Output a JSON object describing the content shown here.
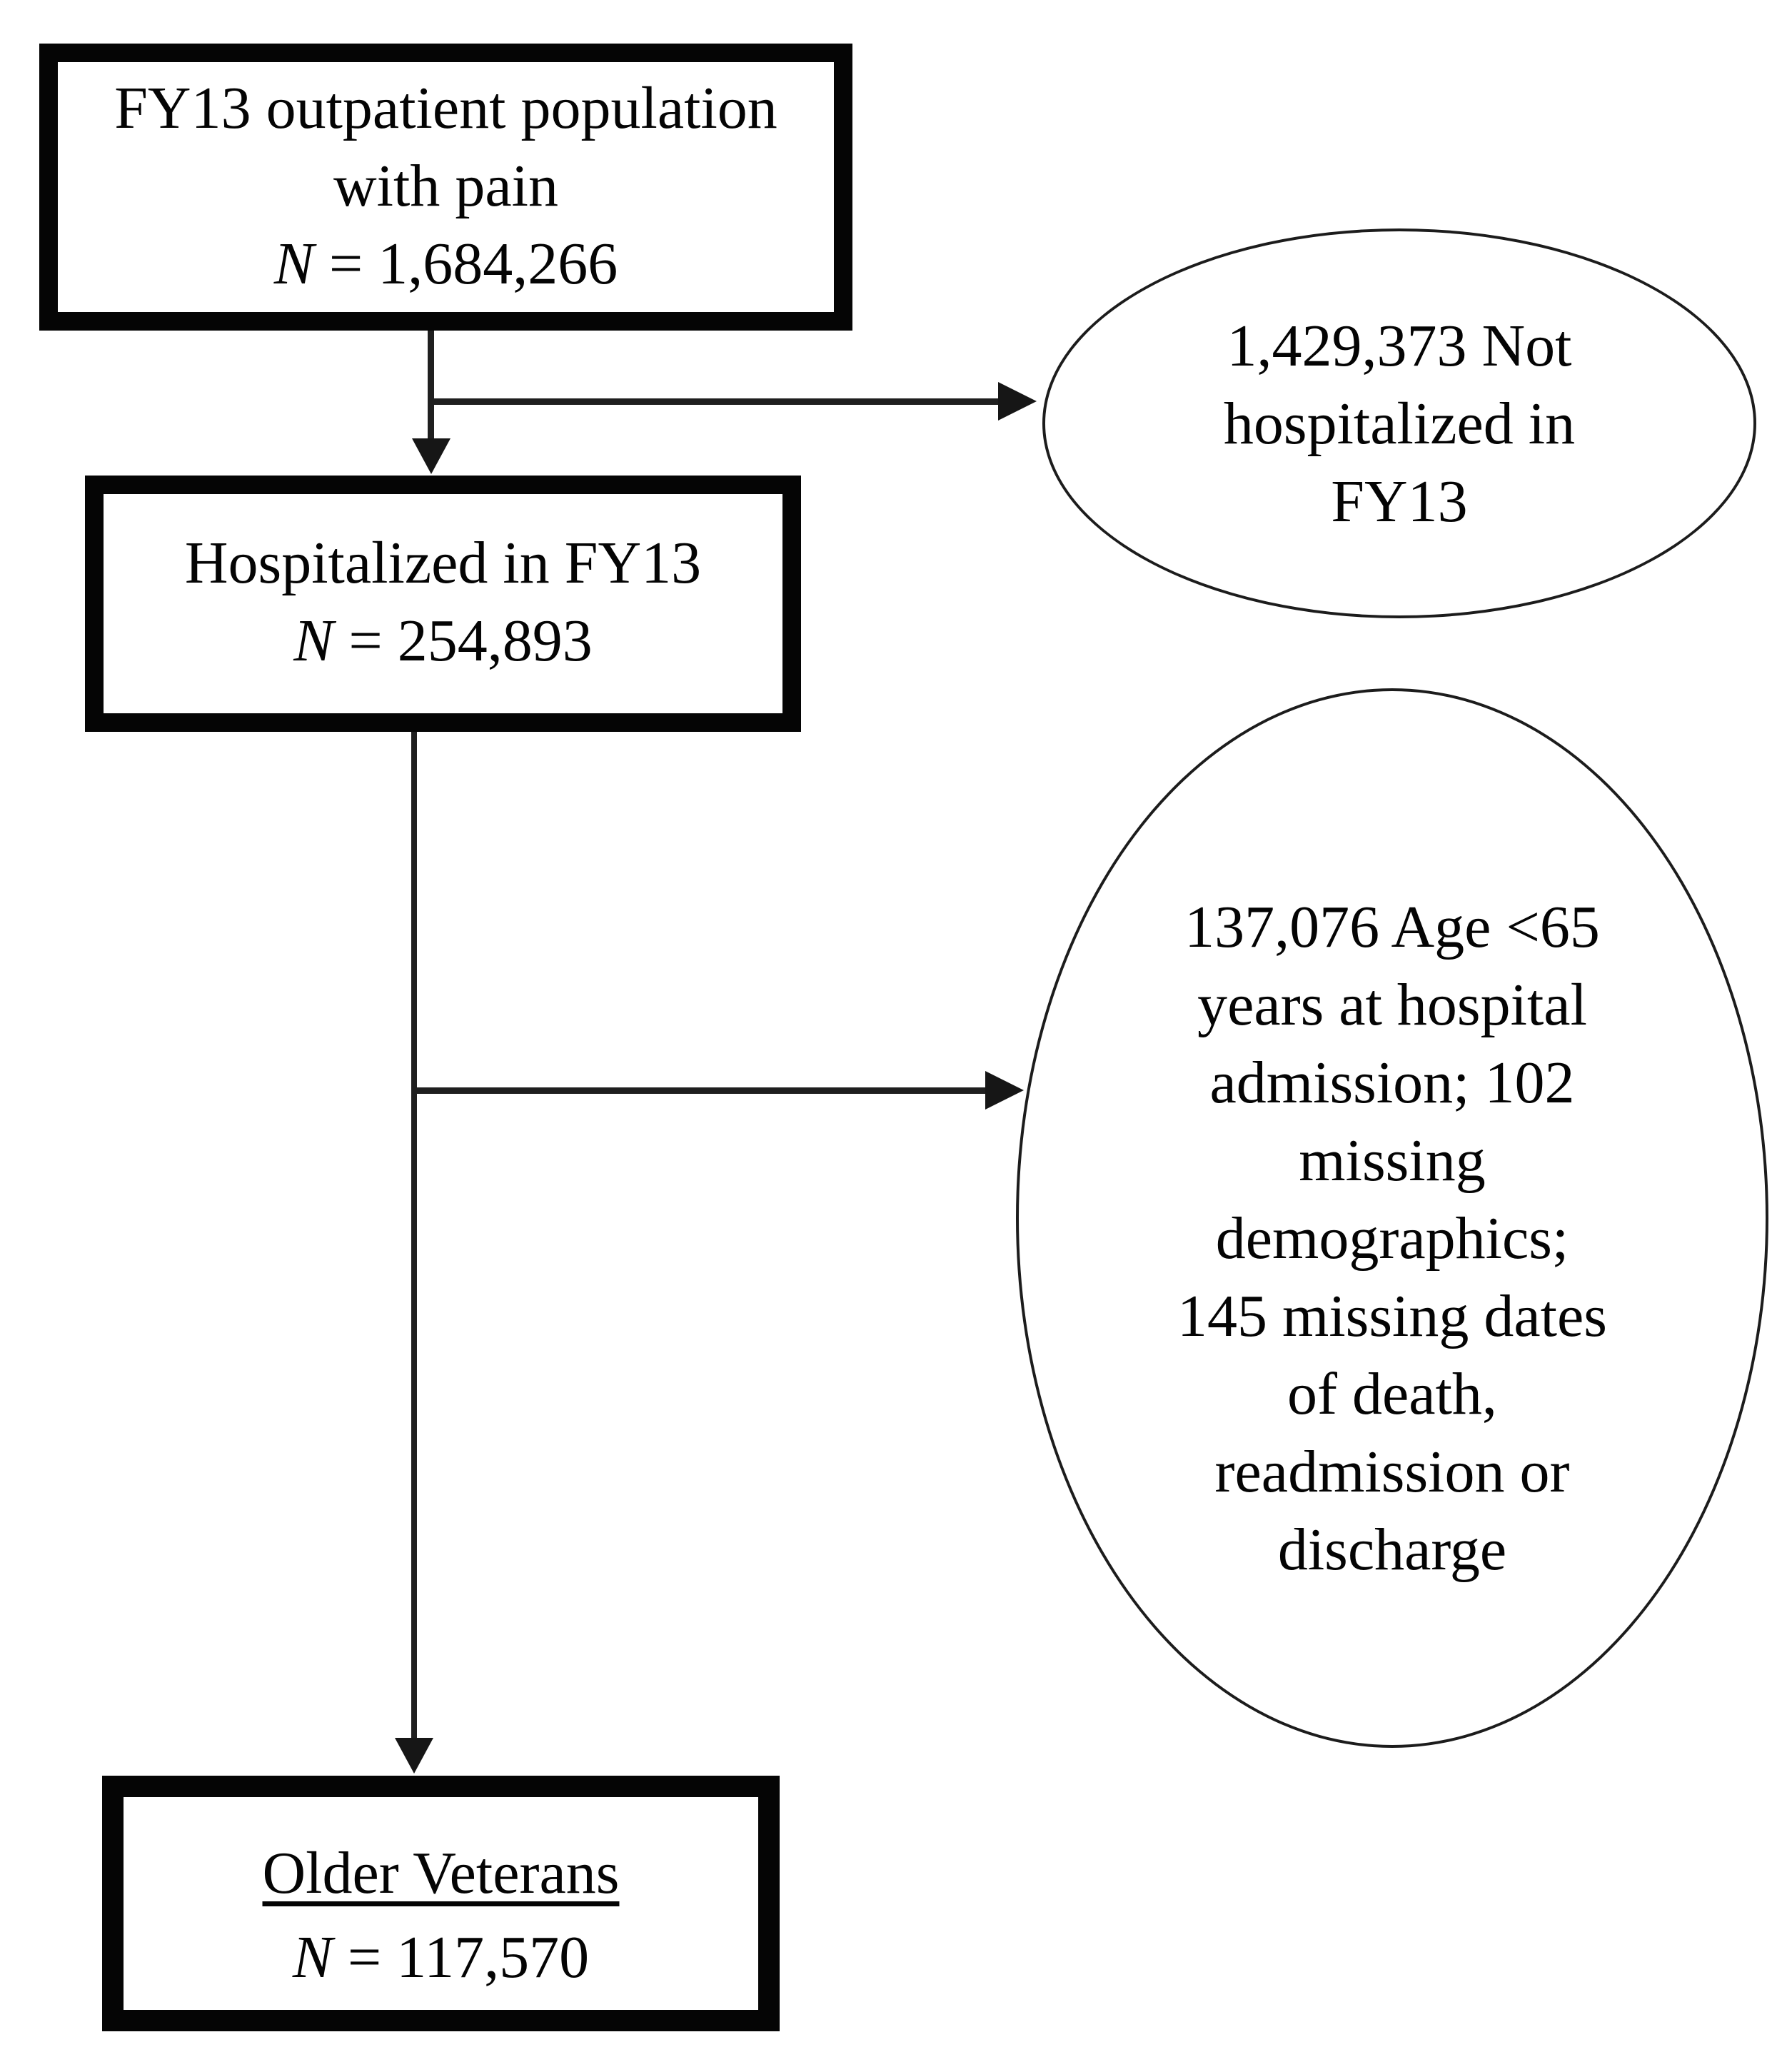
{
  "figure": {
    "background_color": "#ffffff",
    "ink_color": "#050505",
    "nodes": {
      "box1": {
        "shape": "rectangle",
        "lines": [
          "FY13 outpatient population",
          "with pain",
          "N = 1,684,266"
        ]
      },
      "ellipse1": {
        "shape": "ellipse",
        "lines": [
          "1,429,373 Not",
          "hospitalized in",
          "FY13"
        ]
      },
      "box2": {
        "shape": "rectangle",
        "lines": [
          "Hospitalized in FY13",
          "N = 254,893"
        ]
      },
      "ellipse2": {
        "shape": "ellipse",
        "lines": [
          "137,076 Age <65",
          "years at hospital",
          "admission; 102",
          "missing",
          "demographics;",
          "145 missing dates",
          "of death,",
          "readmission or",
          "discharge"
        ]
      },
      "box3": {
        "shape": "rectangle",
        "lines": [
          "Older Veterans",
          "N = 117,570"
        ]
      }
    }
  }
}
